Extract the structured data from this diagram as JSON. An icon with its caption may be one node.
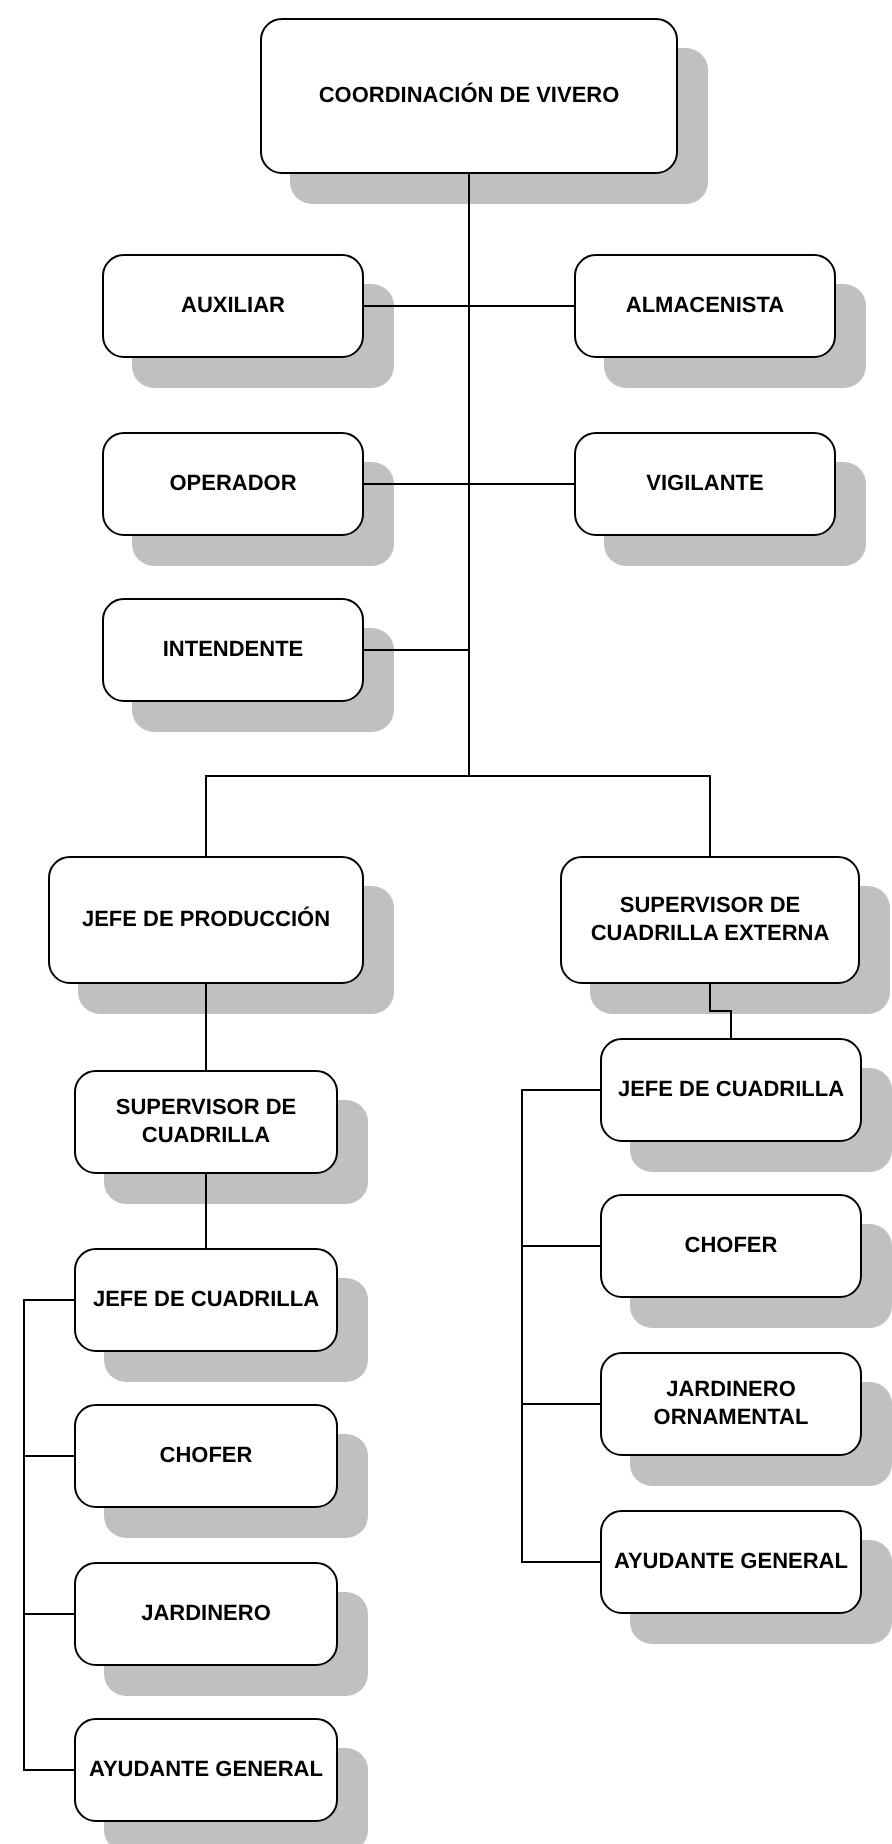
{
  "diagram": {
    "nodes": [
      {
        "text": [
          "COORDINACIÓN DE VIVERO"
        ]
      },
      {
        "text": [
          "AUXILIAR"
        ]
      },
      {
        "text": [
          "ALMACENISTA"
        ]
      },
      {
        "text": [
          "OPERADOR"
        ]
      },
      {
        "text": [
          "VIGILANTE"
        ]
      },
      {
        "text": [
          "INTENDENTE"
        ]
      },
      {
        "text": [
          "JEFE DE PRODUCCIÓN"
        ]
      },
      {
        "text": [
          "SUPERVISOR DE CUADRILLA EXTERNA"
        ]
      },
      {
        "text": [
          "SUPERVISOR DE CUADRILLA"
        ]
      },
      {
        "text": [
          "JEFE DE CUADRILLA"
        ]
      },
      {
        "text": [
          "CHOFER"
        ]
      },
      {
        "text": [
          "JARDINERO"
        ]
      },
      {
        "text": [
          "AYUDANTE GENERAL"
        ]
      },
      {
        "text": [
          "JEFE DE CUADRILLA"
        ]
      },
      {
        "text": [
          "CHOFER"
        ]
      },
      {
        "text": [
          "JARDINERO ORNAMENTAL"
        ]
      },
      {
        "text": [
          "AYUDANTE GENERAL"
        ]
      }
    ],
    "edges": [
      {
        "from": 0,
        "to": 1,
        "arrow": "none"
      },
      {
        "from": 0,
        "to": 2,
        "arrow": "none"
      },
      {
        "from": 0,
        "to": 3,
        "arrow": "none"
      },
      {
        "from": 0,
        "to": 4,
        "arrow": "none"
      },
      {
        "from": 0,
        "to": 5,
        "arrow": "none"
      },
      {
        "from": 0,
        "to": 6,
        "arrow": "none"
      },
      {
        "from": 0,
        "to": 7,
        "arrow": "none"
      },
      {
        "from": 6,
        "to": 8,
        "arrow": "none"
      },
      {
        "from": 8,
        "to": 9,
        "arrow": "none"
      },
      {
        "from": 9,
        "to": 10,
        "arrow": "none"
      },
      {
        "from": 9,
        "to": 11,
        "arrow": "none"
      },
      {
        "from": 9,
        "to": 12,
        "arrow": "none"
      },
      {
        "from": 7,
        "to": 13,
        "arrow": "none"
      },
      {
        "from": 13,
        "to": 14,
        "arrow": "none"
      },
      {
        "from": 13,
        "to": 15,
        "arrow": "none"
      },
      {
        "from": 13,
        "to": 16,
        "arrow": "none"
      }
    ]
  }
}
